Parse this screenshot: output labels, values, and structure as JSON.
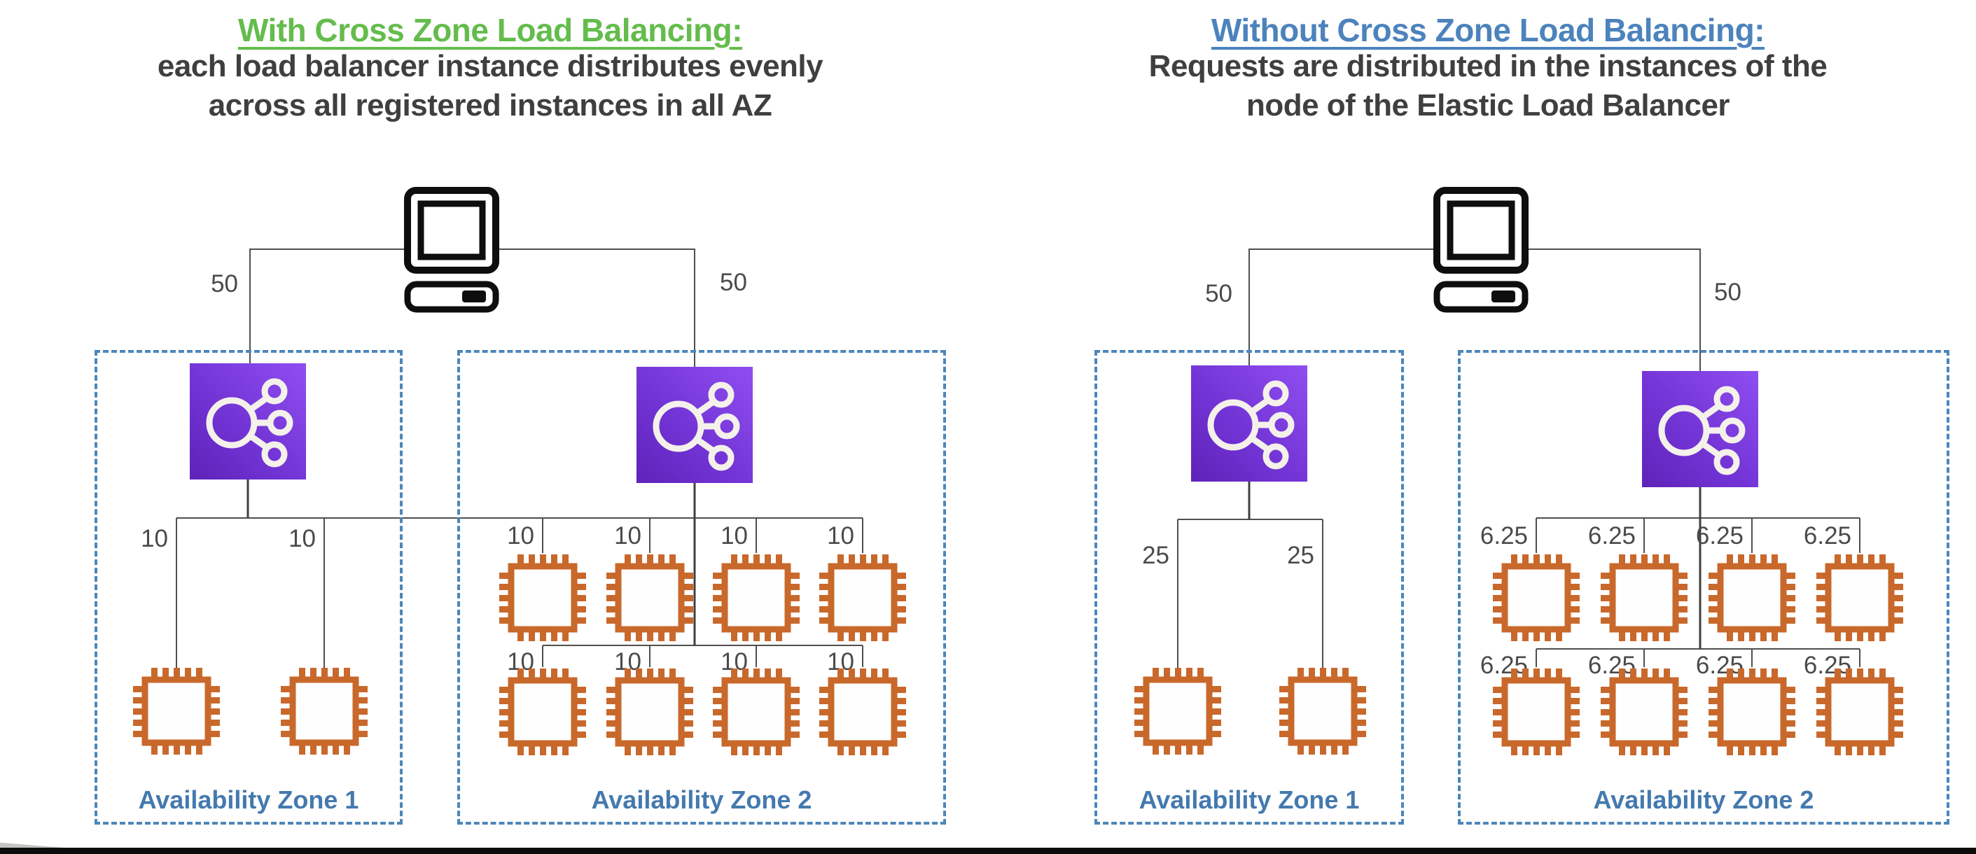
{
  "left_panel": {
    "title": "With Cross Zone Load Balancing:",
    "subtitle_line1": "each load balancer instance distributes evenly",
    "subtitle_line2": "across all registered instances in all AZ",
    "client_traffic_left": "50",
    "client_traffic_right": "50",
    "az1": {
      "name": "Availability Zone 1",
      "instance_traffic": [
        "10",
        "10"
      ]
    },
    "az2": {
      "name": "Availability Zone 2",
      "instance_traffic_row1": [
        "10",
        "10",
        "10",
        "10"
      ],
      "instance_traffic_row2": [
        "10",
        "10",
        "10",
        "10"
      ]
    }
  },
  "right_panel": {
    "title": "Without Cross Zone Load Balancing:",
    "subtitle_line1": "Requests are distributed in the instances of the",
    "subtitle_line2": "node of the Elastic Load Balancer",
    "client_traffic_left": "50",
    "client_traffic_right": "50",
    "az1": {
      "name": "Availability Zone 1",
      "instance_traffic": [
        "25",
        "25"
      ]
    },
    "az2": {
      "name": "Availability Zone 2",
      "instance_traffic_row1": [
        "6.25",
        "6.25",
        "6.25",
        "6.25"
      ],
      "instance_traffic_row2": [
        "6.25",
        "6.25",
        "6.25",
        "6.25"
      ]
    }
  },
  "icons": {
    "client": "desktop-computer-icon",
    "load_balancer": "elastic-load-balancing-icon",
    "instance": "ec2-instance-chip-icon"
  },
  "colors": {
    "heading_green": "#64BC4C",
    "heading_blue": "#4C83BC",
    "body_text": "#3F3F3F",
    "zone_label_blue": "#4479AE",
    "zone_border_blue": "#4C86B9",
    "connector_gray": "#4F4F4F",
    "instance_orange": "#C9682B",
    "lb_purple_light": "#8F4EF0",
    "lb_purple_dark": "#6326C6"
  }
}
